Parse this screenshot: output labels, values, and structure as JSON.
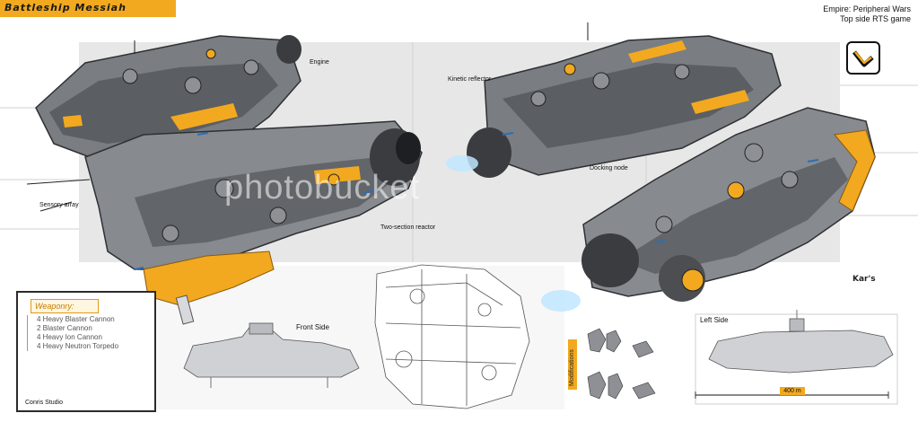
{
  "header": {
    "title": "Battleship Messiah",
    "empire": "Empire: Peripheral Wars",
    "game": "Top side RTS game"
  },
  "labels": {
    "engine": "Engine",
    "kinetic_reflector": "Kinetic reflector",
    "sensory_array": "Sensory array",
    "two_section_reactor": "Two-section reactor",
    "docking_node": "Docking node",
    "front_side": "Front Side",
    "left_side": "Left Side",
    "modifications": "Modifications",
    "scale": "400 m"
  },
  "weaponry": {
    "heading": "Weaponry:",
    "items": [
      "4 Heavy Blaster Cannon",
      "2 Blaster Cannon",
      "4 Heavy Ion Cannon",
      "4 Heavy Neutron Torpedo"
    ]
  },
  "footer": {
    "studio": "Conris Studio"
  },
  "watermark": "photobucket",
  "signature": "Kar's",
  "colors": {
    "accent": "#f2a91f",
    "hull": "#6e7175",
    "hull_dark": "#3a3c40",
    "panel_bg": "#e9e9e9",
    "thruster": "#bfe6ff"
  },
  "icons": {
    "logo": "yellow-bracket-logo-icon"
  }
}
